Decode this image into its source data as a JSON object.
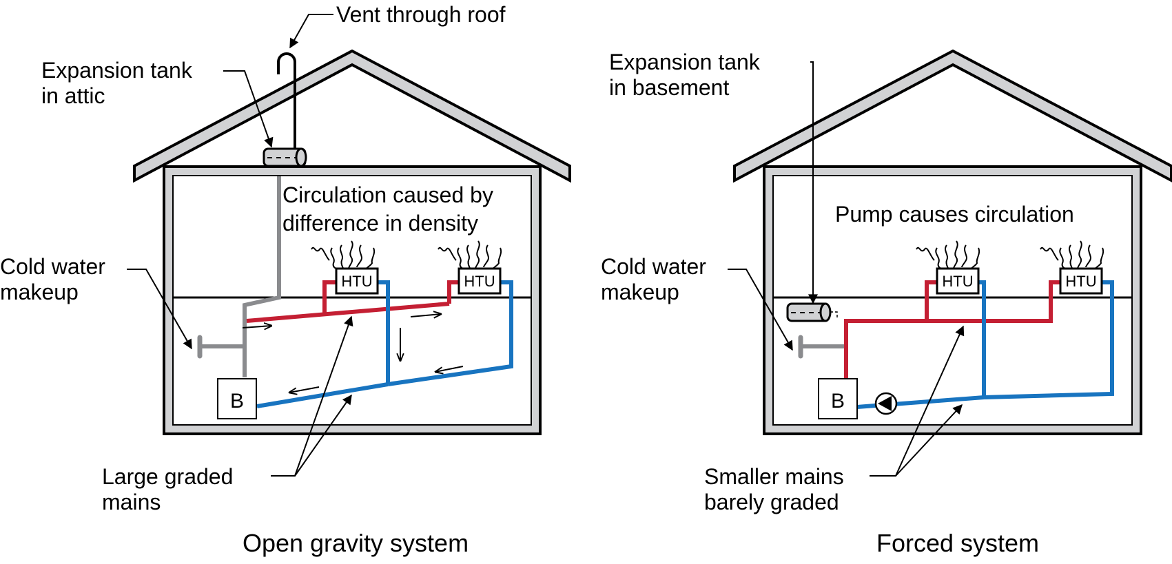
{
  "left": {
    "caption": "Open gravity system",
    "vent_label": "Vent through roof",
    "tank_label": [
      "Expansion tank",
      "in attic"
    ],
    "circulation_label": [
      "Circulation caused by",
      "difference in density"
    ],
    "makeup_label": [
      "Cold water",
      "makeup"
    ],
    "mains_label": [
      "Large graded",
      "mains"
    ],
    "units": [
      "HTU",
      "HTU"
    ],
    "boiler": "B"
  },
  "right": {
    "caption": "Forced system",
    "tank_label": [
      "Expansion tank",
      "in basement"
    ],
    "circulation_label": "Pump causes circulation",
    "makeup_label": [
      "Cold water",
      "makeup"
    ],
    "mains_label": [
      "Smaller mains",
      "barely graded"
    ],
    "units": [
      "HTU",
      "HTU"
    ],
    "boiler": "B"
  },
  "colors": {
    "supply_hot": "#c41f33",
    "return_cold": "#1874c0",
    "makeup_vent": "#8a8b8e",
    "wall_fill": "#d1d2d4"
  }
}
